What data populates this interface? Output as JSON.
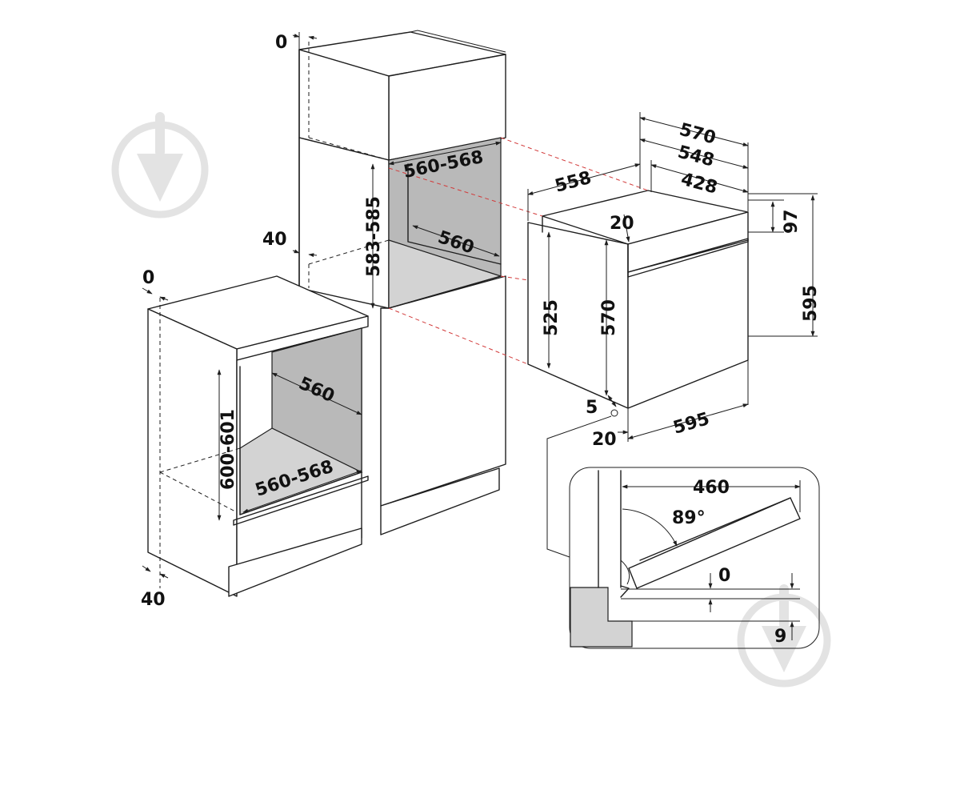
{
  "watermark_icon": "down-arrow-circle-icon",
  "left_cabinet": {
    "top_clearance": "0",
    "bottom_clearance": "40",
    "niche_height": "600-601",
    "niche_depth": "560",
    "niche_width": "560-568"
  },
  "tall_cabinet": {
    "top_clearance": "0",
    "back_clearance": "40",
    "niche_height": "583-585",
    "niche_width": "560-568",
    "niche_depth": "560"
  },
  "oven": {
    "depth_total": "570",
    "depth_body": "548",
    "depth_inner": "428",
    "side_depth": "558",
    "panel_offset": "20",
    "panel_height": "97",
    "front_height": "595",
    "body_height": "570",
    "side_height": "525",
    "bottom_offset": "5",
    "bottom_setback": "20",
    "front_width": "595"
  },
  "door_detail": {
    "door_length": "460",
    "open_angle": "89°",
    "clearance_top": "0",
    "clearance_bottom": "9"
  },
  "colors": {
    "line": "#1e1e1e",
    "niche_fill": "#b9b9b9",
    "floor_fill": "#d3d3d3",
    "guide_red": "#d23a3a",
    "watermark": "#e3e3e3"
  }
}
